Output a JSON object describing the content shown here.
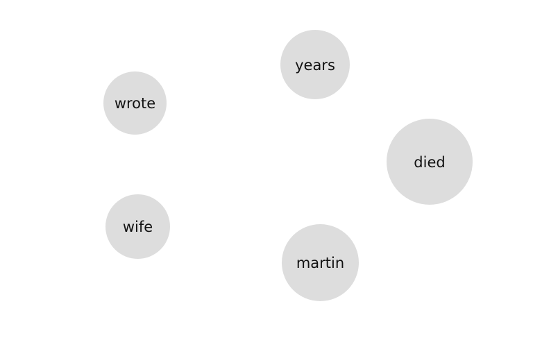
{
  "bubble_color": "#dddddd",
  "text_color": "#111111",
  "bubbles": [
    {
      "word": "years"
    },
    {
      "word": "wrote"
    },
    {
      "word": "died"
    },
    {
      "word": "wife"
    },
    {
      "word": "martin"
    }
  ]
}
